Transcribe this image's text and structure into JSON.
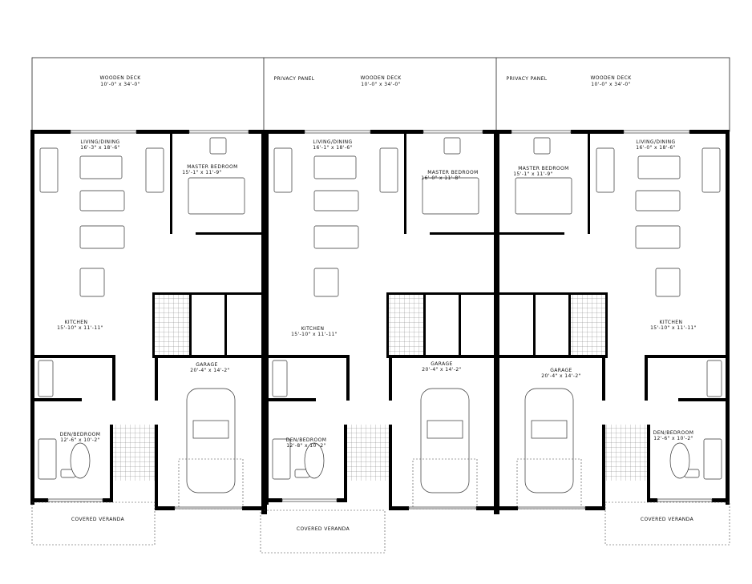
{
  "plan": {
    "units": [
      {
        "deck": {
          "label": "WOODEN DECK",
          "dims": "10'-0\" x 34'-0\""
        },
        "living": {
          "label": "LIVING/DINING",
          "dims": "16'-3\" x 18'-6\""
        },
        "master": {
          "label": "MASTER BEDROOM",
          "dims": "15'-1\" x 11'-9\""
        },
        "kitchen": {
          "label": "KITCHEN",
          "dims": "15'-10\" x 11'-11\""
        },
        "garage": {
          "label": "GARAGE",
          "dims": "20'-4\" x 14'-2\""
        },
        "den": {
          "label": "DEN/BEDROOM",
          "dims": "12'-6\" x 10'-2\""
        },
        "veranda": {
          "label": "COVERED VERANDA"
        }
      },
      {
        "privacy": "PRIVACY PANEL",
        "deck": {
          "label": "WOODEN DECK",
          "dims": "10'-0\" x 34'-0\""
        },
        "living": {
          "label": "LIVING/DINING",
          "dims": "16'-1\" x 18'-6\""
        },
        "master": {
          "label": "MASTER BEDROOM",
          "dims": "16'-0\" x 11'-8\""
        },
        "kitchen": {
          "label": "KITCHEN",
          "dims": "15'-10\" x 11'-11\""
        },
        "garage": {
          "label": "GARAGE",
          "dims": "20'-4\" x 14'-2\""
        },
        "den": {
          "label": "DEN/BEDROOM",
          "dims": "12'-8\" x 10'-2\""
        },
        "veranda": {
          "label": "COVERED VERANDA"
        }
      },
      {
        "privacy": "PRIVACY PANEL",
        "deck": {
          "label": "WOODEN DECK",
          "dims": "10'-0\" x 34'-0\""
        },
        "living": {
          "label": "LIVING/DINING",
          "dims": "16'-0\" x 18'-6\""
        },
        "master": {
          "label": "MASTER BEDROOM",
          "dims": "15'-1\" x 11'-9\""
        },
        "kitchen": {
          "label": "KITCHEN",
          "dims": "15'-10\" x 11'-11\""
        },
        "garage": {
          "label": "GARAGE",
          "dims": "20'-4\" x 14'-2\""
        },
        "den": {
          "label": "DEN/BEDROOM",
          "dims": "12'-6\" x 10'-2\""
        },
        "veranda": {
          "label": "COVERED VERANDA"
        }
      }
    ]
  }
}
